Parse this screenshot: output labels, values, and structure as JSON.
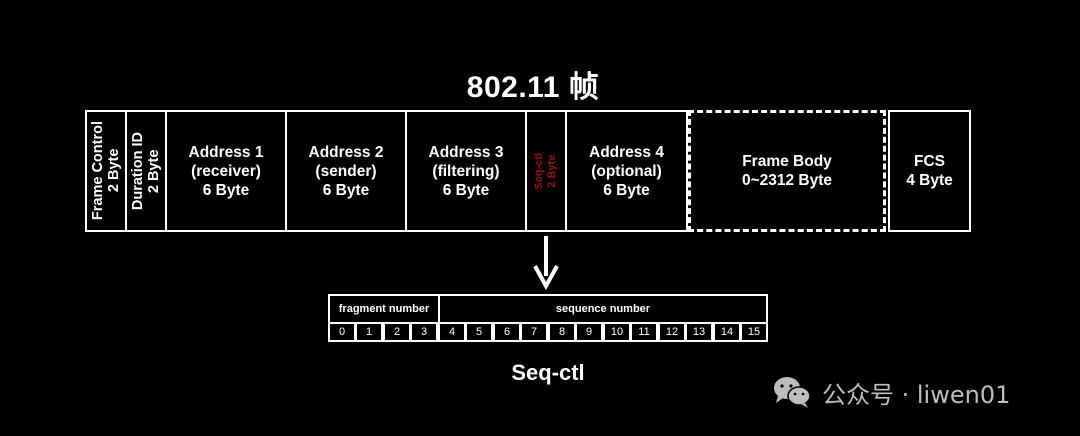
{
  "title": "802.11 帧",
  "frame_fields": [
    {
      "label": "Frame Control\n2 Byte"
    },
    {
      "label": "Duration ID\n2 Byte"
    },
    {
      "label": "Address 1\n(receiver)\n6 Byte"
    },
    {
      "label": "Address 2\n(sender)\n6 Byte"
    },
    {
      "label": "Address 3\n(filtering)\n6 Byte"
    },
    {
      "label": "Seq-ctl\n2 Byte",
      "color": "#9b1010"
    },
    {
      "label": "Address 4\n(optional)\n6 Byte"
    },
    {
      "label": "Frame Body\n0~2312 Byte"
    },
    {
      "label": "FCS\n4 Byte"
    }
  ],
  "seq_ctl": {
    "fragment_label": "fragment number",
    "sequence_label": "sequence number",
    "bits": [
      "0",
      "1",
      "2",
      "3",
      "4",
      "5",
      "6",
      "7",
      "8",
      "9",
      "10",
      "11",
      "12",
      "13",
      "14",
      "15"
    ],
    "caption": "Seq-ctl"
  },
  "watermark": {
    "text": "公众号 · liwen01",
    "icon": "wechat-icon"
  },
  "colors": {
    "background": "#000000",
    "foreground": "#ffffff",
    "seq_ctl_text": "#9b1010"
  }
}
